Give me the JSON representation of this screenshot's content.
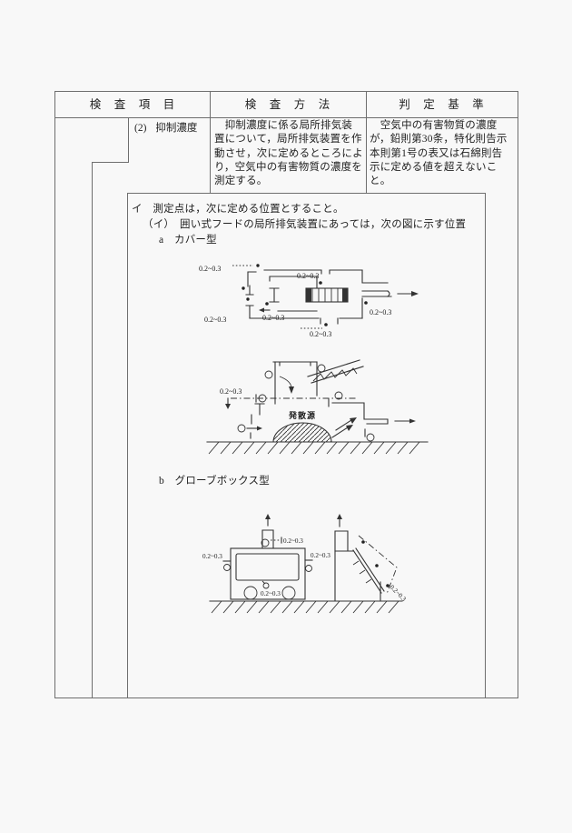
{
  "table": {
    "headers": [
      {
        "label": "検　査　項　目"
      },
      {
        "label": "検　査　方　法"
      },
      {
        "label": "判　定　基　準"
      }
    ],
    "row": {
      "item_no": "(2)",
      "item_label": "抑制濃度",
      "method_text": "　抑制濃度に係る局所排気装\n置について，局所排気装置を作\n動させ，次に定めるところによ\nり，空気中の有害物質の濃度を\n測定する。",
      "criteria_text": "　空気中の有害物質の濃度\nが，鉛則第30条，特化則告示\n本則第1号の表又は石綿則告\n示に定める値を超えないこ\nと。"
    }
  },
  "content": {
    "note_i": "イ　測定点は，次に定める位置とすること。",
    "note_i_sub": "（イ）　囲い式フードの局所排気装置にあっては，次の図に示す位置",
    "item_a": "a　カバー型",
    "item_b": "b　グローブボックス型"
  },
  "diagram": {
    "range_label": "0.2~0.3",
    "source_label": "発散源"
  }
}
